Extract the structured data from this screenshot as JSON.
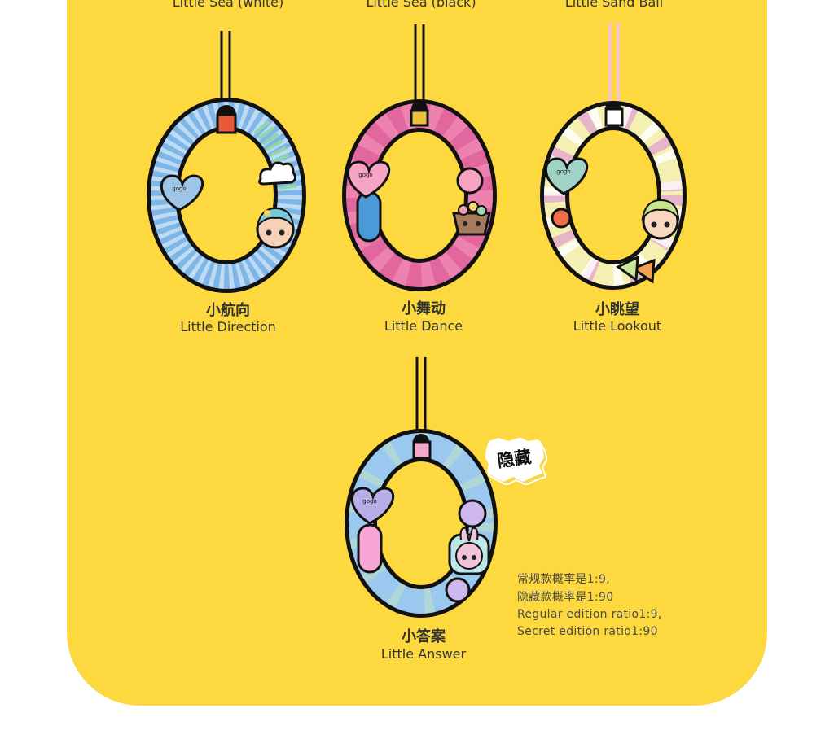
{
  "top_labels": [
    "Little Sea (white)",
    "Little Sea (black)",
    "Little Sand Ball"
  ],
  "items": [
    {
      "name_cn": "小航向",
      "name_en": "Little Direction"
    },
    {
      "name_cn": "小舞动",
      "name_en": "Little Dance"
    },
    {
      "name_cn": "小眺望",
      "name_en": "Little Lookout"
    },
    {
      "name_cn": "小答案",
      "name_en": "Little Answer"
    }
  ],
  "secret_badge": "隐藏",
  "ratios": [
    "常规款概率是1:9,",
    "隐藏款概率是1:90",
    "Regular edition ratio1:9,",
    "Secret edition ratio1:90"
  ],
  "heart_logo": "gogo",
  "colors": {
    "background": "#fdd83e",
    "direction_beads": "#7fb6e8",
    "dance_beads": "#e1679e",
    "lookout_beads": "#f4efb2",
    "answer_beads": "#9bc8ee",
    "strap_black": "#111111",
    "strap_pink": "#f5c3d2"
  }
}
